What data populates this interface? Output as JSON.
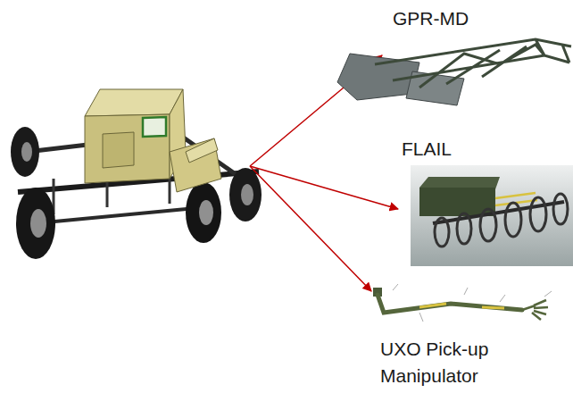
{
  "diagram": {
    "labels": [
      "GPR-MD",
      "FLAIL",
      "UXO Pick-up Manipulator"
    ]
  }
}
